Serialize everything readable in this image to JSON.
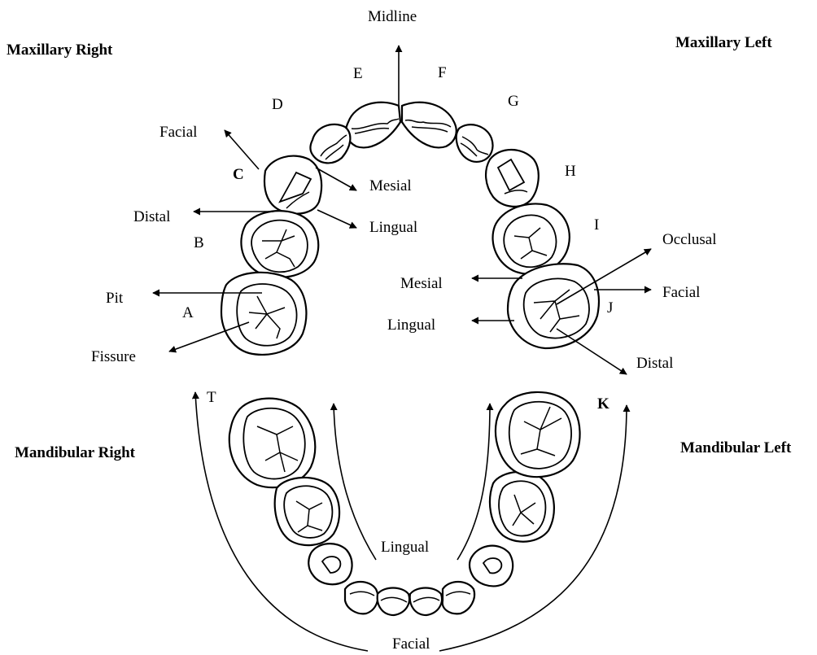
{
  "quadrants": {
    "maxillary_right": "Maxillary Right",
    "maxillary_left": "Maxillary Left",
    "mandibular_right": "Mandibular Right",
    "mandibular_left": "Mandibular Left"
  },
  "tooth_letters": {
    "A": "A",
    "B": "B",
    "C": "C",
    "D": "D",
    "E": "E",
    "F": "F",
    "G": "G",
    "H": "H",
    "I": "I",
    "J": "J",
    "K": "K",
    "T": "T"
  },
  "surface_labels": {
    "midline": "Midline",
    "facial_upper": "Facial",
    "distal_left": "Distal",
    "pit": "Pit",
    "fissure": "Fissure",
    "mesial_c": "Mesial",
    "lingual_c": "Lingual",
    "mesial_j": "Mesial",
    "lingual_j": "Lingual",
    "occlusal": "Occlusal",
    "facial_j": "Facial",
    "distal_j": "Distal",
    "lingual_lower": "Lingual",
    "facial_lower": "Facial"
  }
}
